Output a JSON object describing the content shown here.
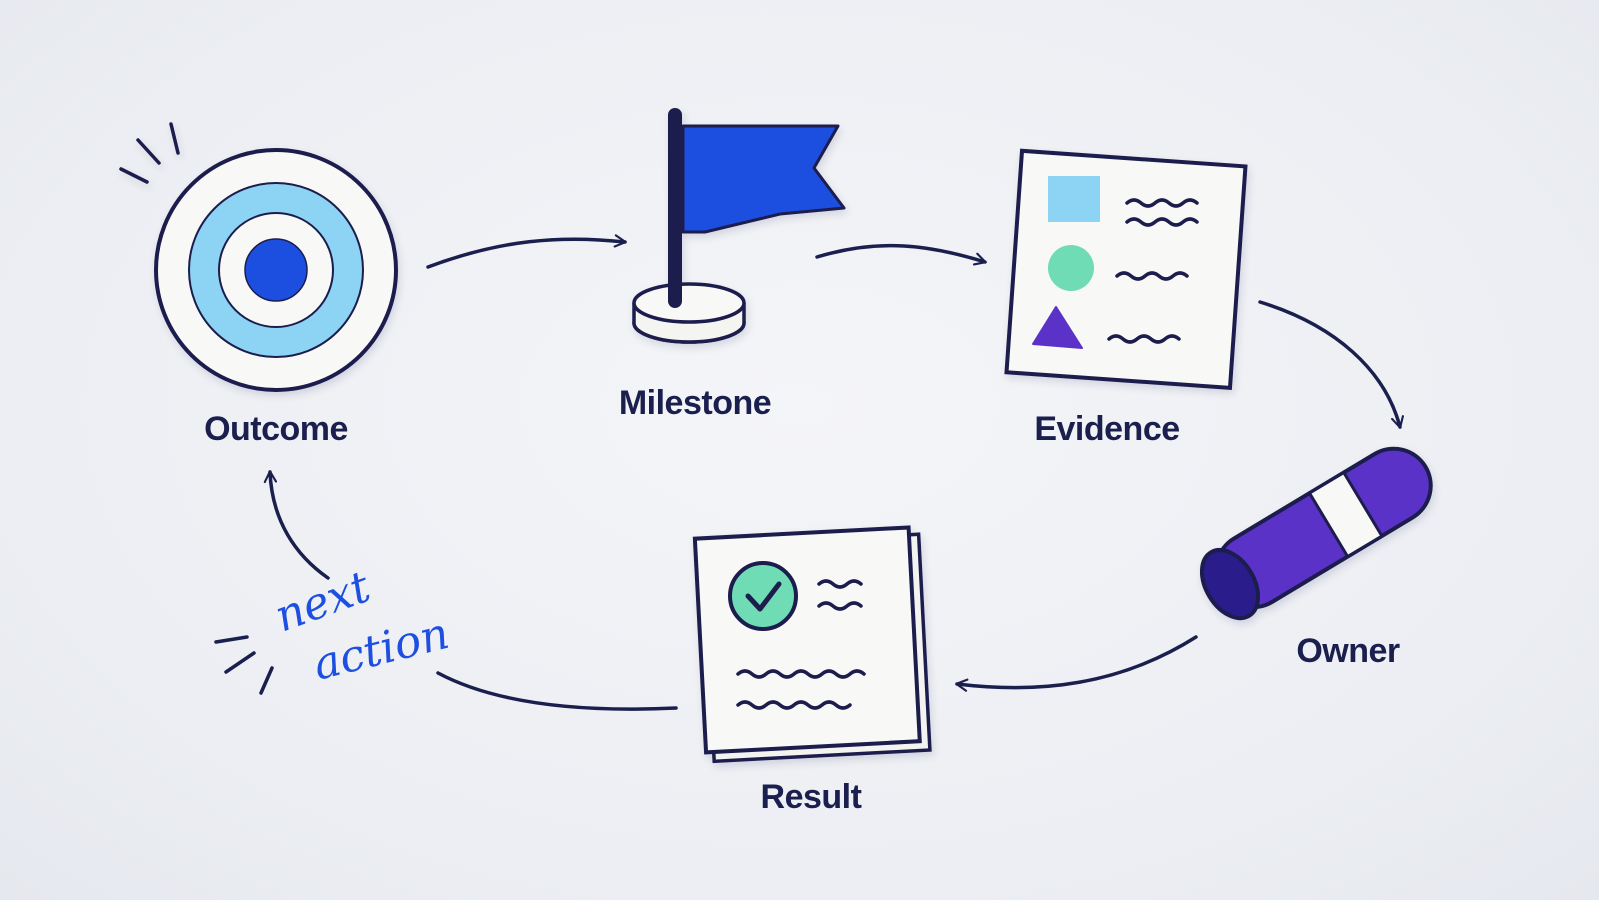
{
  "diagram": {
    "nodes": [
      {
        "id": "outcome",
        "label": "Outcome",
        "icon": "target-icon"
      },
      {
        "id": "milestone",
        "label": "Milestone",
        "icon": "flag-icon"
      },
      {
        "id": "evidence",
        "label": "Evidence",
        "icon": "document-shapes-icon"
      },
      {
        "id": "owner",
        "label": "Owner",
        "icon": "marker-icon"
      },
      {
        "id": "result",
        "label": "Result",
        "icon": "checklist-document-icon"
      }
    ],
    "edges": [
      {
        "from": "outcome",
        "to": "milestone"
      },
      {
        "from": "milestone",
        "to": "evidence"
      },
      {
        "from": "evidence",
        "to": "owner"
      },
      {
        "from": "owner",
        "to": "result"
      },
      {
        "from": "result",
        "to": "outcome"
      }
    ],
    "annotation": {
      "line1": "next",
      "line2": "action"
    }
  },
  "colors": {
    "ink": "#1a1f4e",
    "blue": "#1d4fe0",
    "light_blue": "#8dd3f3",
    "mint": "#6fdcb6",
    "purple": "#5a32c8",
    "paper": "#f7f7f5"
  }
}
